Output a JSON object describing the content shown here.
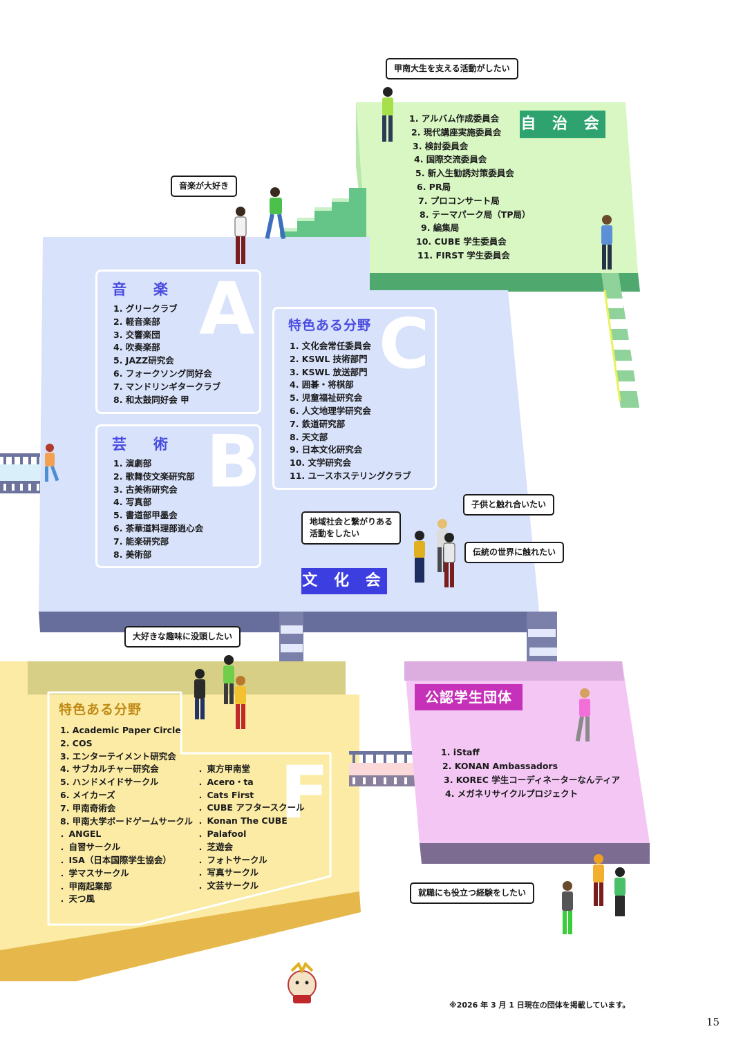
{
  "jichikai": {
    "tag": "自 治 会",
    "bubble": "甲南大生を支える活動がしたい",
    "items": [
      "1. アルバム作成委員会",
      "2. 現代講座実施委員会",
      "3. 検討委員会",
      "4. 国際交流委員会",
      "5. 新入生勧誘対策委員会",
      "6. PR局",
      "7. プロコンサート局",
      "8. テーマパーク局（TP局）",
      "9. 編集局",
      "10. CUBE 学生委員会",
      "11. FIRST 学生委員会"
    ]
  },
  "bunkakai": {
    "tag": "文 化 会",
    "bubble_music": "音楽が大好き",
    "music": {
      "title": "音　楽",
      "letter": "A",
      "items": [
        "1. グリークラブ",
        "2. 軽音楽部",
        "3. 交響楽団",
        "4. 吹奏楽部",
        "5. JAZZ研究会",
        "6. フォークソング同好会",
        "7. マンドリンギタークラブ",
        "8. 和太鼓同好会 甲"
      ]
    },
    "art": {
      "title": "芸　術",
      "letter": "B",
      "items": [
        "1. 演劇部",
        "2. 歌舞伎文楽研究部",
        "3. 古美術研究会",
        "4. 写真部",
        "5. 書道部甲墨会",
        "6. 茶華道料理部逍心会",
        "7. 能楽研究部",
        "8. 美術部"
      ]
    },
    "special": {
      "title": "特色ある分野",
      "letter": "C",
      "items": [
        "1. 文化会常任委員会",
        "2. KSWL 技術部門",
        "3. KSWL 放送部門",
        "4. 囲碁・将棋部",
        "5. 児童福祉研究会",
        "6. 人文地理学研究会",
        "7. 鉄道研究部",
        "8. 天文部",
        "9. 日本文化研究会",
        "10. 文学研究会",
        "11. ユースホステリングクラブ"
      ]
    },
    "bubbles": {
      "community": "地域社会と繋がりある\n活動をしたい",
      "children": "子供と触れ合いたい",
      "tradition": "伝統の世界に触れたい"
    }
  },
  "koninn": {
    "tag": "公認学生団体",
    "items": [
      "1. iStaff",
      "2. KONAN Ambassadors",
      "3. KOREC 学生コーディネーターなんティア",
      "4. メガネリサイクルプロジェクト"
    ],
    "bubble": "就職にも役立つ経験をしたい"
  },
  "f_area": {
    "title": "特色ある分野",
    "letter": "F",
    "bubble": "大好きな趣味に没頭したい",
    "left_items": [
      "1. Academic Paper Circle",
      "2. COS",
      "3. エンターテイメント研究会",
      "4. サブカルチャー研究会",
      "5. ハンドメイドサークル",
      "6. メイカーズ",
      "7. 甲南奇術会",
      "8. 甲南大学ボードゲームサークル",
      "．ANGEL",
      "．自習サークル",
      "．ISA（日本国際学生協会）",
      "．学マスサークル",
      "．甲南起業部",
      "．天つ風"
    ],
    "right_items": [
      "．東方甲南堂",
      "．Acero・ta",
      "．Cats First",
      "．CUBE アフタースクール",
      "．Konan The CUBE",
      "．Palafool",
      "．芝遊会",
      "．フォトサークル",
      "．写真サークル",
      "．文芸サークル"
    ]
  },
  "footer": {
    "note": "※2026 年 3 月 1 日現在の団体を掲載しています。",
    "page": "15"
  },
  "colors": {
    "green": "#d8f7c3",
    "blue": "#d8e2fb",
    "pink": "#f4c6f4",
    "yellow": "#fbeba5",
    "accent_green": "#2ea36f",
    "accent_blue": "#3d3ee0",
    "accent_pink": "#c531b8",
    "accent_gold": "#c08a16"
  }
}
